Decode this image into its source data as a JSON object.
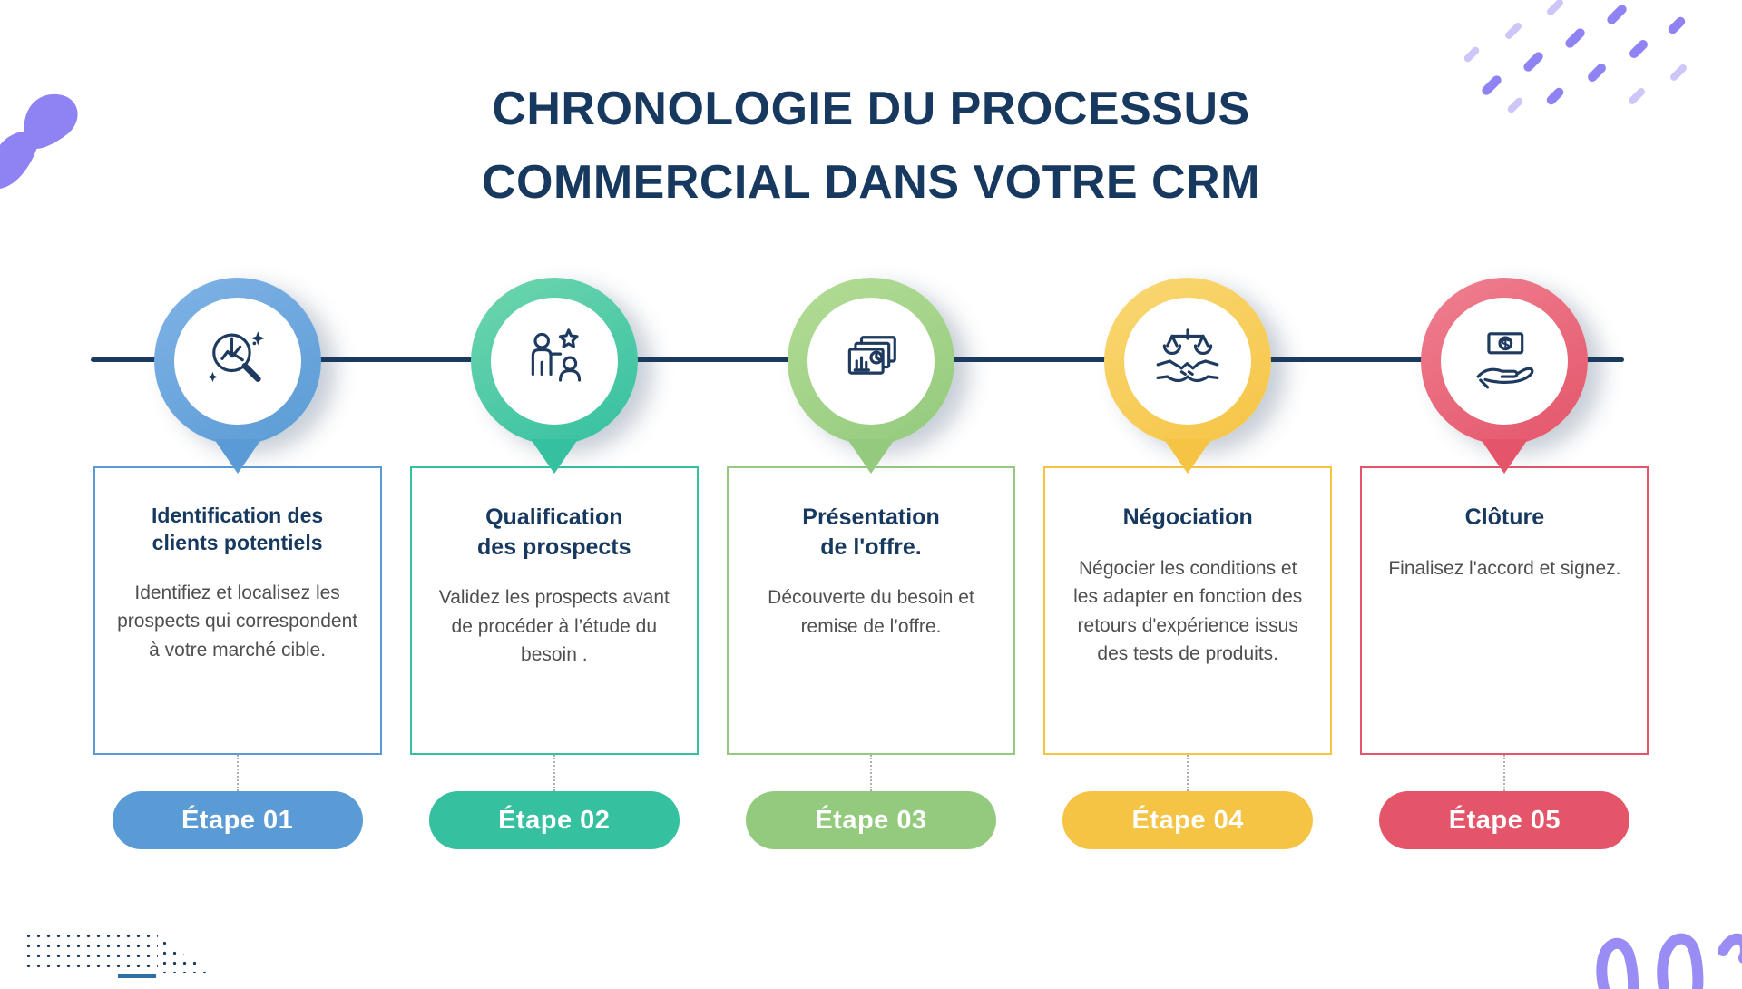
{
  "page": {
    "title_line1": "CHRONOLOGIE DU PROCESSUS",
    "title_line2": "COMMERCIAL DANS VOTRE CRM",
    "colors": {
      "navy": "#1B3A5F",
      "body_text": "#4F4F4F",
      "decor_purple": "#8F82F2",
      "decor_purple_light": "#CDC6F8"
    }
  },
  "steps": [
    {
      "badge": "Étape 01",
      "title": "Identification des\nclients potentiels",
      "description": "Identifiez et localisez les prospects qui correspondent à votre marché cible.",
      "color": "#5B9BD5",
      "color_light": "#7FB3E6",
      "icon": "search-analytics-icon"
    },
    {
      "badge": "Étape 02",
      "title": "Qualification\ndes prospects",
      "description": "Validez les prospects avant de procéder à l’étude du besoin .",
      "color": "#35C0A0",
      "color_light": "#6FD6AE",
      "icon": "prospect-qualification-icon"
    },
    {
      "badge": "Étape 03",
      "title": "Présentation\nde l'offre.",
      "description": "Découverte du besoin et remise de l’offre.",
      "color": "#93CA7D",
      "color_light": "#B4DC95",
      "icon": "offer-presentation-icon"
    },
    {
      "badge": "Étape 04",
      "title": "Négociation",
      "description": "Négocier les conditions et les adapter en fonction des retours d'expérience issus des tests de produits.",
      "color": "#F6C445",
      "color_light": "#F9D874",
      "icon": "negotiation-handshake-icon"
    },
    {
      "badge": "Étape 05",
      "title": "Clôture",
      "description": "Finalisez l'accord et signez.",
      "color": "#E4556A",
      "color_light": "#EF8090",
      "icon": "payment-closing-icon"
    }
  ]
}
